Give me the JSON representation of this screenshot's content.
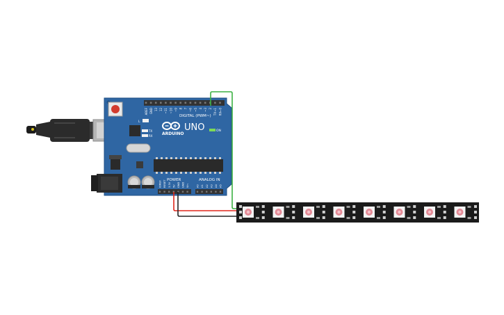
{
  "board": {
    "brand": "ARDUINO",
    "model": "UNO",
    "digital_label": "DIGITAL (PWM~)",
    "power_label": "POWER",
    "analog_label": "ANALOG IN",
    "on_label": "ON",
    "tx_label": "TX",
    "rx_label": "RX",
    "l_label": "L",
    "digital_pins": [
      "AREF",
      "GND",
      "13",
      "12",
      "~11",
      "~10",
      "~9",
      "8",
      "7",
      "~6",
      "~5",
      "4",
      "~3",
      "2",
      "TX→1",
      "RX←0"
    ],
    "power_pins": [
      "IOREF",
      "RESET",
      "3.3V",
      "5V",
      "GND",
      "GND",
      "Vin"
    ],
    "analog_pins": [
      "A0",
      "A1",
      "A2",
      "A3",
      "A4",
      "A5"
    ]
  },
  "strip": {
    "led_count": 8
  },
  "colors": {
    "board": "#2f66a3",
    "board_dark": "#1f4f85",
    "header": "#333333",
    "strip": "#1b1b1b",
    "led_pad": "#f4f4f4",
    "led_glow": "#e48a96",
    "wire_signal": "#3cb043",
    "wire_power": "#e0271c",
    "wire_ground": "#222222",
    "usb": "#2a2a2a",
    "reset_button": "#d23b2e",
    "on_led": "#7ed957"
  },
  "icons": {
    "logo": "infinity-logo-icon",
    "usb": "usb-plug-icon"
  }
}
